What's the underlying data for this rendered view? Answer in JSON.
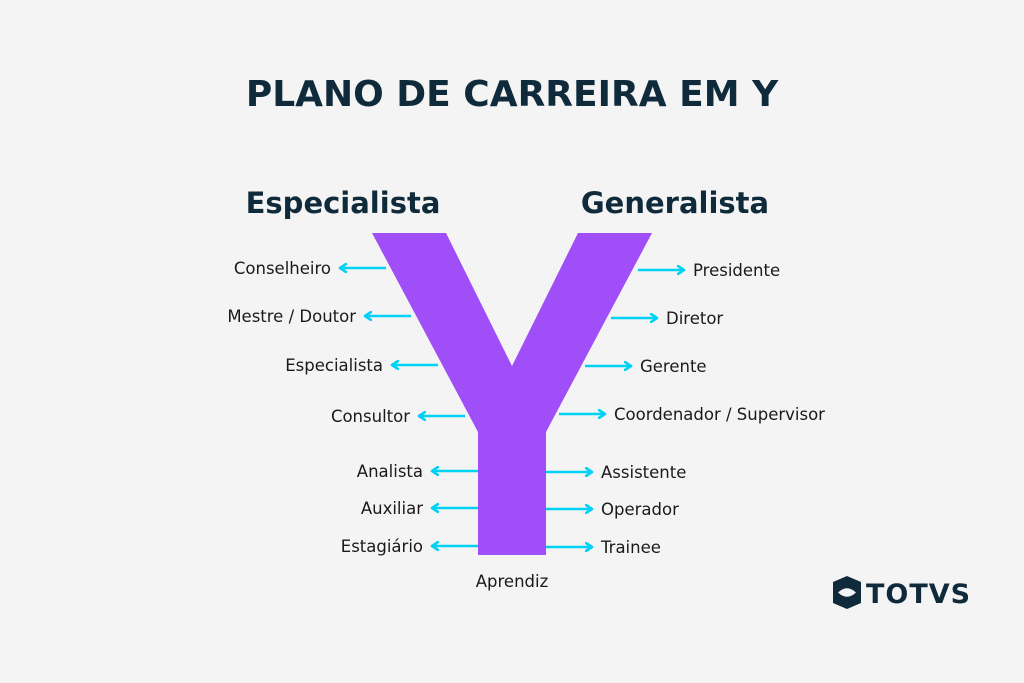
{
  "title": "PLANO DE CARREIRA EM Y",
  "branches": {
    "left_heading": "Especialista",
    "right_heading": "Generalista"
  },
  "left_roles": [
    "Conselheiro",
    "Mestre / Doutor",
    "Especialista",
    "Consultor",
    "Analista",
    "Auxiliar",
    "Estagiário"
  ],
  "right_roles": [
    "Presidente",
    "Diretor",
    "Gerente",
    "Coordenador / Supervisor",
    "Assistente",
    "Operador",
    "Trainee"
  ],
  "base_role": "Aprendiz",
  "logo": "TOTVS",
  "colors": {
    "y_shape": "#a04ff8",
    "arrow": "#00d2f5",
    "text_dark": "#0f2a3b",
    "background": "#f4f4f4"
  }
}
